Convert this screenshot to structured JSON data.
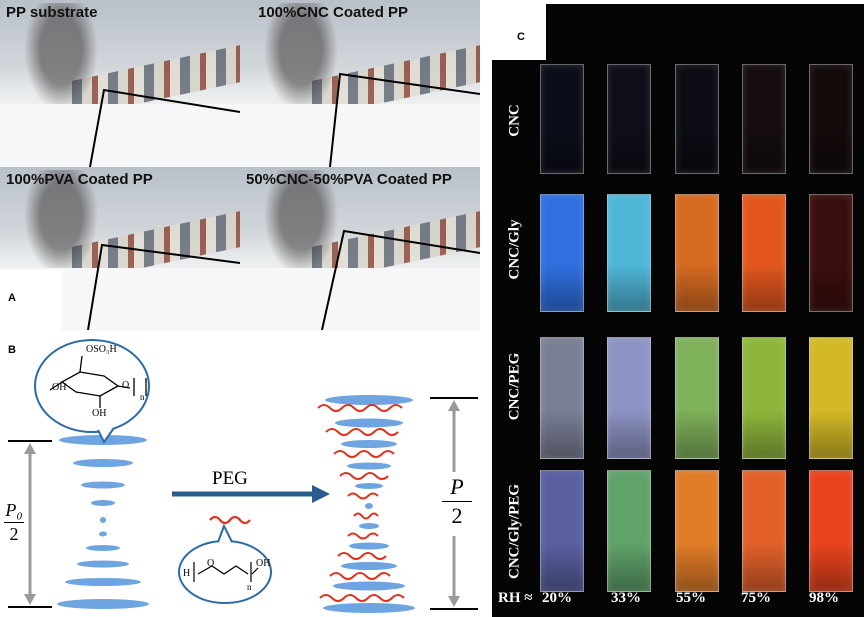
{
  "panel_a": {
    "letter": "A",
    "photos": [
      {
        "label": "PP substrate"
      },
      {
        "label": "100%CNC Coated PP"
      },
      {
        "label": "100%PVA Coated PP"
      },
      {
        "label": "50%CNC-50%PVA Coated PP"
      }
    ]
  },
  "panel_b": {
    "letter": "B",
    "molecule_top": {
      "group": "OSO₃H",
      "oh_left": "OH",
      "oh_bottom": "OH",
      "o": "O",
      "n": "n"
    },
    "arrow_label": "PEG",
    "molecule_peg": {
      "h": "H",
      "o": "O",
      "n": "n",
      "oh": "OH"
    },
    "pitch_left": {
      "numerator": "P₀",
      "denominator": "2"
    },
    "pitch_right": {
      "numerator": "P",
      "denominator": "2"
    }
  },
  "panel_c": {
    "letter": "C",
    "rows": [
      {
        "label": "CNC",
        "colors": [
          "#0b0d18",
          "#0d0e17",
          "#0b0c14",
          "#140c0e",
          "#130a0a"
        ]
      },
      {
        "label": "CNC/Gly",
        "colors": [
          "#2f6fe0",
          "#4fb6d8",
          "#d66a20",
          "#e2561e",
          "#3a0d0d"
        ]
      },
      {
        "label": "CNC/PEG",
        "colors": [
          "#7a7f95",
          "#8d93c4",
          "#7fb05a",
          "#8eb63c",
          "#d3b826"
        ]
      },
      {
        "label": "CNC/Gly/PEG",
        "colors": [
          "#595fa0",
          "#5fa26a",
          "#e07b26",
          "#e3602a",
          "#e8431d"
        ]
      }
    ],
    "rh_prefix": "RH ≈",
    "rh_values": [
      "20%",
      "33%",
      "55%",
      "75%",
      "98%"
    ]
  }
}
